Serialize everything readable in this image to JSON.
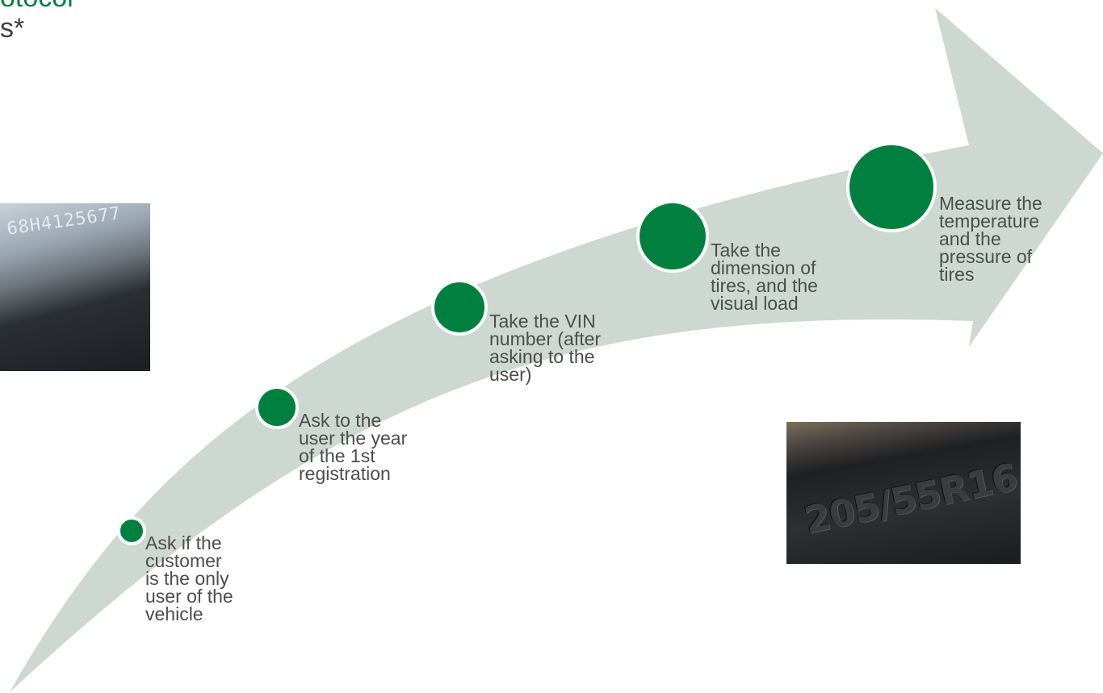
{
  "title": {
    "line1_fragment": "otocol",
    "line2_fragment": "s*"
  },
  "arrow": {
    "color": "#cdd8d0"
  },
  "dot_color": "#00803f",
  "steps": [
    {
      "text": "Ask if the customer is the only user of the vehicle",
      "lines": [
        "Ask if the",
        "customer",
        "is the only",
        "user of the",
        "vehicle"
      ]
    },
    {
      "text": "Ask to the user the year of the 1st registration",
      "lines": [
        "Ask to the",
        "user the year",
        "of the 1st",
        "registration"
      ]
    },
    {
      "text": "Take the VIN number (after asking to the user)",
      "lines": [
        "Take the VIN",
        "number (after",
        "asking to the",
        "user)"
      ]
    },
    {
      "text": "Take the dimension of tires, and the visual load",
      "lines": [
        "Take the",
        "dimension of",
        "tires, and the",
        "visual load"
      ]
    },
    {
      "text": "Measure the temperature and the pressure of tires",
      "lines": [
        "Measure the",
        "temperature",
        "and the",
        "pressure of",
        "tires"
      ]
    }
  ],
  "photos": {
    "windshield_vin_fragment": "68H4125677",
    "tire_size_marking": "205/55R16"
  }
}
